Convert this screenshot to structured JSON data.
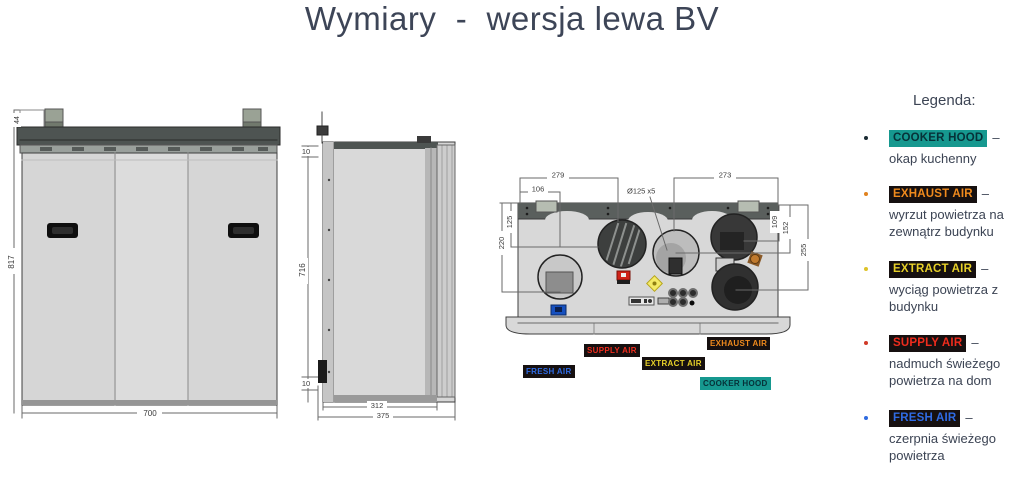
{
  "title": "Wymiary  -  wersja lewa BV",
  "colors": {
    "teal": "#16988F",
    "orange": "#EF8A1D",
    "yellow": "#E7D028",
    "red": "#EE2C1D",
    "blue": "#2F6BE4",
    "label_bg": "#141414",
    "ink": "#3D4557"
  },
  "legend": {
    "heading": "Legenda:",
    "dash": "–",
    "items": [
      {
        "label": "COOKER HOOD",
        "desc": "okap kuchenny"
      },
      {
        "label": "EXHAUST AIR",
        "desc": "wyrzut powietrza na zewnątrz budynku"
      },
      {
        "label": "EXTRACT AIR",
        "desc": "wyciąg powietrza z budynku"
      },
      {
        "label": "SUPPLY AIR",
        "desc": "nadmuch świeżego powietrza na dom"
      },
      {
        "label": "FRESH AIR",
        "desc": "czerpnia świeżego powietrza"
      }
    ]
  },
  "views": {
    "front": {
      "dim_total_height": "817",
      "dim_total_width": "700",
      "dim_bracket_height": "44"
    },
    "side": {
      "dim_door_height": "716",
      "dim_top_gap": "10",
      "dim_bottom_gap": "10",
      "dim_depth_door": "312",
      "dim_depth_total": "375"
    },
    "top": {
      "dim_left_span": "279",
      "dim_left_inner": "106",
      "dim_right_span": "273",
      "dim_spigots": "Ø125 x5",
      "dim_front_left_outer": "220",
      "dim_front_left_inner": "125",
      "dim_front_right_1": "109",
      "dim_front_right_2": "152",
      "dim_front_right_3": "255"
    }
  },
  "port_labels": [
    {
      "text": "FRESH AIR"
    },
    {
      "text": "SUPPLY AIR"
    },
    {
      "text": "EXTRACT AIR"
    },
    {
      "text": "EXHAUST AIR"
    },
    {
      "text": "COOKER HOOD"
    }
  ]
}
